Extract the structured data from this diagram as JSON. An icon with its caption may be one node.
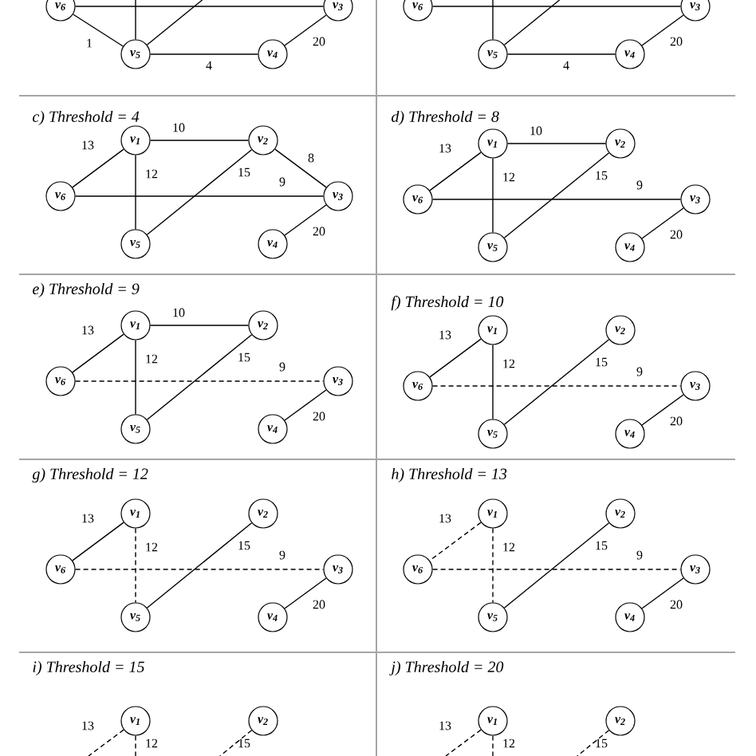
{
  "diagram": {
    "nodes": [
      {
        "text": [
          "v$_{6}$"
        ]
      },
      {
        "text": [
          "v$_{3}$"
        ]
      },
      {
        "text": [
          "v$_{5}$"
        ]
      },
      {
        "text": [
          "v$_{4}$"
        ]
      },
      {
        "text": [
          "v$_{6}$"
        ]
      },
      {
        "text": [
          "v$_{3}$"
        ]
      },
      {
        "text": [
          "v$_{5}$"
        ]
      },
      {
        "text": [
          "v$_{4}$"
        ]
      },
      {
        "text": [
          "v$_{1}$"
        ]
      },
      {
        "text": [
          "v$_{2}$"
        ]
      },
      {
        "text": [
          "v$_{6}$"
        ]
      },
      {
        "text": [
          "v$_{3}$"
        ]
      },
      {
        "text": [
          "v$_{5}$"
        ]
      },
      {
        "text": [
          "v$_{4}$"
        ]
      },
      {
        "text": [
          "v$_{1}$"
        ]
      },
      {
        "text": [
          "v$_{2}$"
        ]
      },
      {
        "text": [
          "v$_{6}$"
        ]
      },
      {
        "text": [
          "v$_{3}$"
        ]
      },
      {
        "text": [
          "v$_{5}$"
        ]
      },
      {
        "text": [
          "v$_{4}$"
        ]
      },
      {
        "text": [
          "v$_{1}$"
        ]
      },
      {
        "text": [
          "v$_{2}$"
        ]
      },
      {
        "text": [
          "v$_{6}$"
        ]
      },
      {
        "text": [
          "v$_{3}$"
        ]
      },
      {
        "text": [
          "v$_{5}$"
        ]
      },
      {
        "text": [
          "v$_{4}$"
        ]
      },
      {
        "text": [
          "v$_{1}$"
        ]
      },
      {
        "text": [
          "v$_{2}$"
        ]
      },
      {
        "text": [
          "v$_{6}$"
        ]
      },
      {
        "text": [
          "v$_{3}$"
        ]
      },
      {
        "text": [
          "v$_{5}$"
        ]
      },
      {
        "text": [
          "v$_{4}$"
        ]
      },
      {
        "text": [
          "v$_{1}$"
        ]
      },
      {
        "text": [
          "v$_{2}$"
        ]
      },
      {
        "text": [
          "v$_{6}$"
        ]
      },
      {
        "text": [
          "v$_{3}$"
        ]
      },
      {
        "text": [
          "v$_{5}$"
        ]
      },
      {
        "text": [
          "v$_{4}$"
        ]
      },
      {
        "text": [
          "v$_{1}$"
        ]
      },
      {
        "text": [
          "v$_{2}$"
        ]
      },
      {
        "text": [
          "v$_{6}$"
        ]
      },
      {
        "text": [
          "v$_{3}$"
        ]
      },
      {
        "text": [
          "v$_{5}$"
        ]
      },
      {
        "text": [
          "v$_{4}$"
        ]
      },
      {
        "text": [
          "v$_{1}$"
        ]
      },
      {
        "text": [
          "v$_{2}$"
        ]
      },
      {
        "text": [
          "v$_{1}$"
        ]
      },
      {
        "text": [
          "v$_{2}$"
        ]
      }
    ],
    "edges": [
      {
        "from": 0,
        "to": 1,
        "arrow": "none"
      },
      {
        "from": null,
        "to": 2,
        "arrow": "none"
      },
      {
        "from": null,
        "to": 2,
        "arrow": "none"
      },
      {
        "from": 0,
        "to": 2,
        "arrow": "none",
        "label": "1"
      },
      {
        "from": 2,
        "to": 3,
        "arrow": "none",
        "label": "4"
      },
      {
        "from": 1,
        "to": 3,
        "arrow": "none",
        "label": "20"
      },
      {
        "from": 4,
        "to": 5,
        "arrow": "none"
      },
      {
        "from": null,
        "to": 6,
        "arrow": "none"
      },
      {
        "from": null,
        "to": 6,
        "arrow": "none"
      },
      {
        "from": 6,
        "to": 7,
        "arrow": "none",
        "label": "4"
      },
      {
        "from": 5,
        "to": 7,
        "arrow": "none",
        "label": "20"
      },
      {
        "from": 8,
        "to": 9,
        "arrow": "none",
        "label": "10"
      },
      {
        "from": 8,
        "to": 10,
        "arrow": "none",
        "label": "13"
      },
      {
        "from": 8,
        "to": 12,
        "arrow": "none",
        "label": "12"
      },
      {
        "from": 9,
        "to": 11,
        "arrow": "none",
        "label": "8"
      },
      {
        "from": 9,
        "to": 12,
        "arrow": "none",
        "label": "15"
      },
      {
        "from": 10,
        "to": 11,
        "arrow": "none",
        "label": "9"
      },
      {
        "from": 11,
        "to": 13,
        "arrow": "none",
        "label": "20"
      },
      {
        "from": 14,
        "to": 15,
        "arrow": "none",
        "label": "10"
      },
      {
        "from": 14,
        "to": 16,
        "arrow": "none",
        "label": "13"
      },
      {
        "from": 14,
        "to": 18,
        "arrow": "none",
        "label": "12"
      },
      {
        "from": 15,
        "to": 18,
        "arrow": "none",
        "label": "15"
      },
      {
        "from": 16,
        "to": 17,
        "arrow": "none",
        "label": "9"
      },
      {
        "from": 17,
        "to": 19,
        "arrow": "none",
        "label": "20"
      },
      {
        "from": 20,
        "to": 21,
        "arrow": "none",
        "label": "10"
      },
      {
        "from": 20,
        "to": 22,
        "arrow": "none",
        "label": "13"
      },
      {
        "from": 20,
        "to": 24,
        "arrow": "none",
        "label": "12"
      },
      {
        "from": 21,
        "to": 24,
        "arrow": "none",
        "label": "15"
      },
      {
        "from": 22,
        "to": 23,
        "arrow": "none",
        "label": "9",
        "style": "dashed"
      },
      {
        "from": 23,
        "to": 25,
        "arrow": "none",
        "label": "20"
      },
      {
        "from": 26,
        "to": 28,
        "arrow": "none",
        "label": "13"
      },
      {
        "from": 26,
        "to": 30,
        "arrow": "none",
        "label": "12"
      },
      {
        "from": 27,
        "to": 30,
        "arrow": "none",
        "label": "15"
      },
      {
        "from": 28,
        "to": 29,
        "arrow": "none",
        "label": "9",
        "style": "dashed"
      },
      {
        "from": 29,
        "to": 31,
        "arrow": "none",
        "label": "20"
      },
      {
        "from": 32,
        "to": 34,
        "arrow": "none",
        "label": "13"
      },
      {
        "from": 32,
        "to": 36,
        "arrow": "none",
        "label": "12",
        "style": "dashed"
      },
      {
        "from": 33,
        "to": 36,
        "arrow": "none",
        "label": "15"
      },
      {
        "from": 34,
        "to": 35,
        "arrow": "none",
        "label": "9",
        "style": "dashed"
      },
      {
        "from": 35,
        "to": 37,
        "arrow": "none",
        "label": "20"
      },
      {
        "from": 38,
        "to": 40,
        "arrow": "none",
        "label": "13",
        "style": "dashed"
      },
      {
        "from": 38,
        "to": 42,
        "arrow": "none",
        "label": "12",
        "style": "dashed"
      },
      {
        "from": 39,
        "to": 42,
        "arrow": "none",
        "label": "15"
      },
      {
        "from": 40,
        "to": 41,
        "arrow": "none",
        "label": "9",
        "style": "dashed"
      },
      {
        "from": 41,
        "to": 43,
        "arrow": "none",
        "label": "20"
      },
      {
        "from": 44,
        "to": null,
        "arrow": "none",
        "label": "13",
        "style": "dashed"
      },
      {
        "from": 44,
        "to": null,
        "arrow": "none",
        "label": "12",
        "style": "dashed"
      },
      {
        "from": 45,
        "to": null,
        "arrow": "none",
        "label": "15",
        "style": "dashed"
      },
      {
        "from": 46,
        "to": null,
        "arrow": "none",
        "label": "13",
        "style": "dashed"
      },
      {
        "from": 46,
        "to": null,
        "arrow": "none",
        "label": "12",
        "style": "dashed"
      },
      {
        "from": 47,
        "to": null,
        "arrow": "none",
        "label": "15",
        "style": "dashed"
      }
    ],
    "labels": [
      "c) Threshold = 4",
      "d)  Threshold = 8",
      "e) Threshold = 9",
      "f) Threshold = 10",
      "g) Threshold = 12",
      "h) Threshold = 13",
      "i) Threshold = 15",
      "j) Threshold = 20"
    ]
  }
}
